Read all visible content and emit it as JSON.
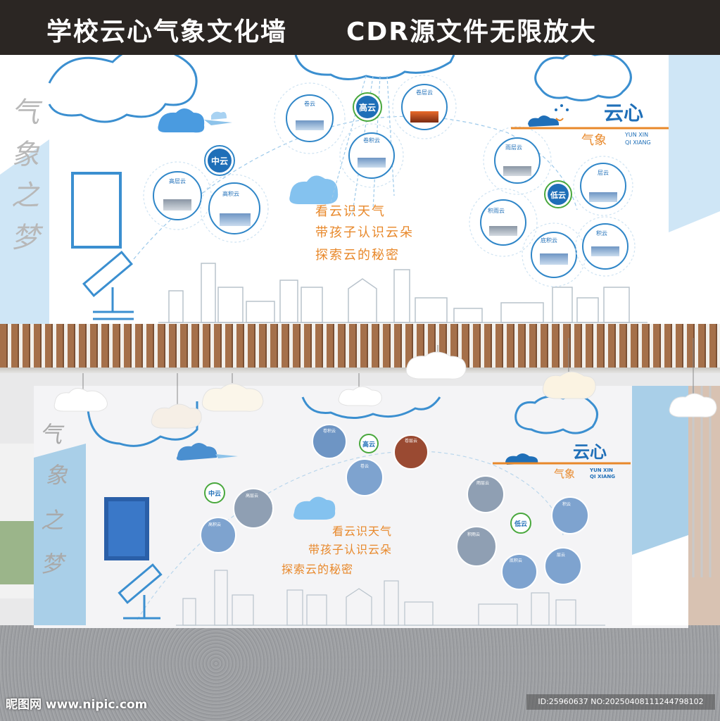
{
  "banner": {
    "title": "学校云心气象文化墙",
    "subtitle": "CDR源文件无限放大"
  },
  "side_text": [
    "气",
    "象",
    "之",
    "梦"
  ],
  "brand": {
    "logo_text": "云心",
    "sub_text": "气象",
    "pinyin_line1": "YUN XIN",
    "pinyin_line2": "QI XIANG"
  },
  "slogans": [
    "看云识天气",
    "带孩子认识云朵",
    "探索云的秘密"
  ],
  "categories": {
    "high": "高云",
    "middle": "中云",
    "low": "低云"
  },
  "cloud_types": {
    "cirrus": "卷云",
    "cirrostratus": "卷层云",
    "cirrocumulus": "卷积云",
    "altostratus": "高层云",
    "altocumulus": "高积云",
    "nimbostratus": "雨层云",
    "stratus": "层云",
    "stratocumulus": "积雨云",
    "cumulonimbus": "底积云",
    "cumulus": "积云"
  },
  "footer": {
    "site": "昵图网 www.nipic.com",
    "id": "ID:25960637 NO:20250408111244798102"
  },
  "colors": {
    "brand_blue": "#1f6fb8",
    "light_blue": "#6cb4e6",
    "orange": "#e8882a",
    "accent_green": "#49a83d"
  }
}
